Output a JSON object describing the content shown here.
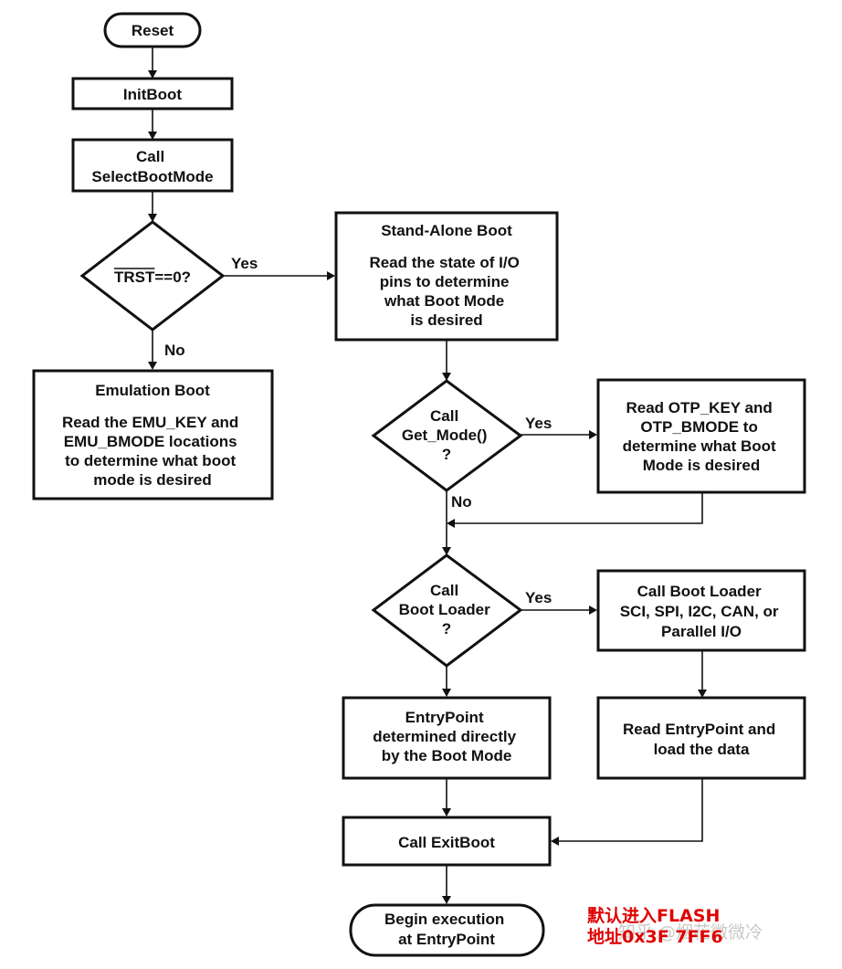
{
  "colors": {
    "stroke": "#111111",
    "background": "#ffffff",
    "annotation": "#e00000",
    "watermark": "#bfbfbf"
  },
  "nodes": {
    "reset": {
      "lines": [
        "Reset"
      ]
    },
    "initboot": {
      "lines": [
        "InitBoot"
      ]
    },
    "select_boot_mode": {
      "lines": [
        "Call",
        "SelectBootMode"
      ]
    },
    "trst": {
      "text": "TRST==0?",
      "overline": "TRST",
      "rest": "==0?"
    },
    "emulation_boot": {
      "title": "Emulation Boot",
      "lines": [
        "Read the EMU_KEY and",
        "EMU_BMODE locations",
        "to determine what boot",
        "mode is desired"
      ]
    },
    "standalone_boot": {
      "title": "Stand-Alone Boot",
      "lines": [
        "Read the state of I/O",
        "pins to determine",
        "what Boot Mode",
        "is desired"
      ]
    },
    "get_mode": {
      "lines": [
        "Call",
        "Get_Mode()",
        "?"
      ]
    },
    "read_otp": {
      "lines": [
        "Read OTP_KEY and",
        "OTP_BMODE to",
        "determine what Boot",
        "Mode is desired"
      ]
    },
    "boot_loader_decision": {
      "lines": [
        "Call",
        "Boot Loader",
        "?"
      ]
    },
    "call_boot_loader": {
      "lines": [
        "Call Boot Loader",
        "SCI, SPI, I2C, CAN, or",
        "Parallel I/O"
      ]
    },
    "entrypoint_direct": {
      "lines": [
        "EntryPoint",
        "determined directly",
        "by the Boot Mode"
      ]
    },
    "read_entrypoint": {
      "lines": [
        "Read EntryPoint and",
        "load the data"
      ]
    },
    "call_exitboot": {
      "lines": [
        "Call ExitBoot"
      ]
    },
    "begin_execution": {
      "lines": [
        "Begin execution",
        "at EntryPoint"
      ]
    }
  },
  "edge_labels": {
    "trst_yes": "Yes",
    "trst_no": "No",
    "get_mode_yes": "Yes",
    "get_mode_no": "No",
    "boot_loader_yes": "Yes"
  },
  "annotation": {
    "line1": "默认进入FLASH",
    "line2": "地址0x3F 7FF6"
  },
  "watermark": "知乎 @烟花微微冷"
}
